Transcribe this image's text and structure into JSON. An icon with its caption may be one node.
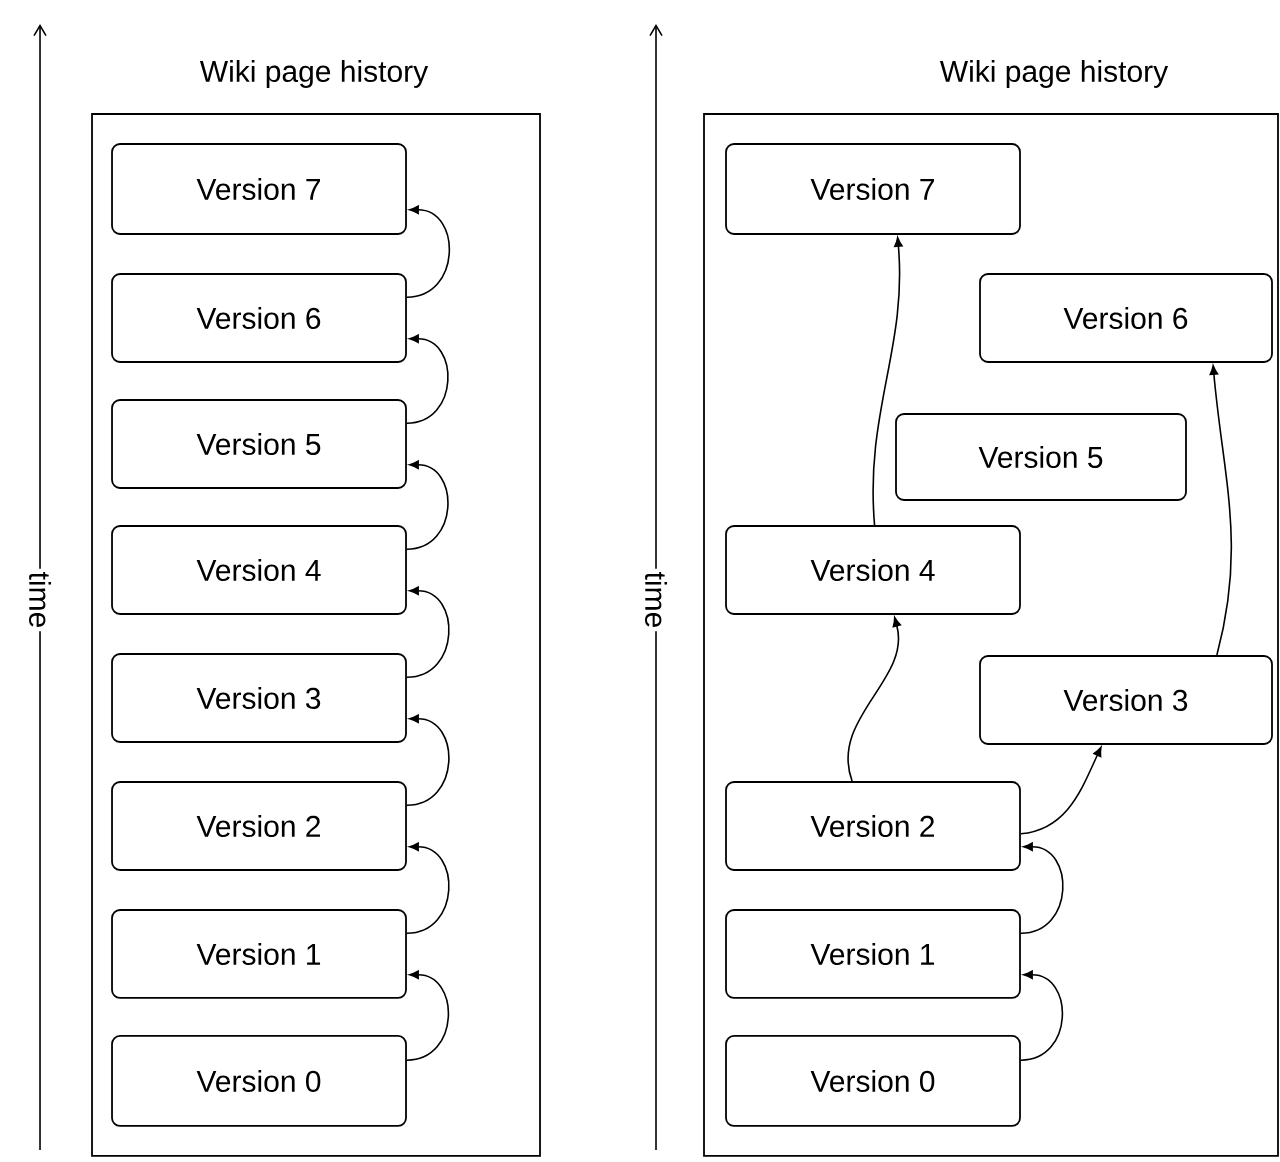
{
  "diagram": {
    "nodes": [
      {
        "text": [
          "Wiki page history"
        ]
      },
      {
        "text": [
          "Version 7"
        ],
        "in": 0
      },
      {
        "text": [
          "Version 6"
        ],
        "in": 0
      },
      {
        "text": [
          "Version 5"
        ],
        "in": 0
      },
      {
        "text": [
          "Version 4"
        ],
        "in": 0
      },
      {
        "text": [
          "Version 3"
        ],
        "in": 0
      },
      {
        "text": [
          "Version 2"
        ],
        "in": 0
      },
      {
        "text": [
          "Version 1"
        ],
        "in": 0
      },
      {
        "text": [
          "Version 0"
        ],
        "in": 0
      },
      {
        "text": [
          "Wiki page history"
        ]
      },
      {
        "text": [
          "Version 7"
        ],
        "in": 9
      },
      {
        "text": [
          "Version 6"
        ],
        "in": 9
      },
      {
        "text": [
          "Version 5"
        ],
        "in": 9
      },
      {
        "text": [
          "Version 4"
        ],
        "in": 9
      },
      {
        "text": [
          "Version 3"
        ],
        "in": 9
      },
      {
        "text": [
          "Version 2"
        ],
        "in": 9
      },
      {
        "text": [
          "Version 1"
        ],
        "in": 9
      },
      {
        "text": [
          "Version 0"
        ],
        "in": 9
      }
    ],
    "edges": [
      {
        "from": 8,
        "to": 7,
        "arrow": "to"
      },
      {
        "from": 7,
        "to": 6,
        "arrow": "to"
      },
      {
        "from": 6,
        "to": 5,
        "arrow": "to"
      },
      {
        "from": 5,
        "to": 4,
        "arrow": "to"
      },
      {
        "from": 4,
        "to": 3,
        "arrow": "to"
      },
      {
        "from": 3,
        "to": 2,
        "arrow": "to"
      },
      {
        "from": 2,
        "to": 1,
        "arrow": "to"
      },
      {
        "from": 17,
        "to": 16,
        "arrow": "to"
      },
      {
        "from": 16,
        "to": 15,
        "arrow": "to"
      },
      {
        "from": 15,
        "to": 13,
        "arrow": "to"
      },
      {
        "from": 13,
        "to": 10,
        "arrow": "to"
      },
      {
        "from": 15,
        "to": 14,
        "arrow": "to"
      },
      {
        "from": 14,
        "to": 11,
        "arrow": "to"
      }
    ],
    "labels": [
      "time",
      "time"
    ]
  }
}
